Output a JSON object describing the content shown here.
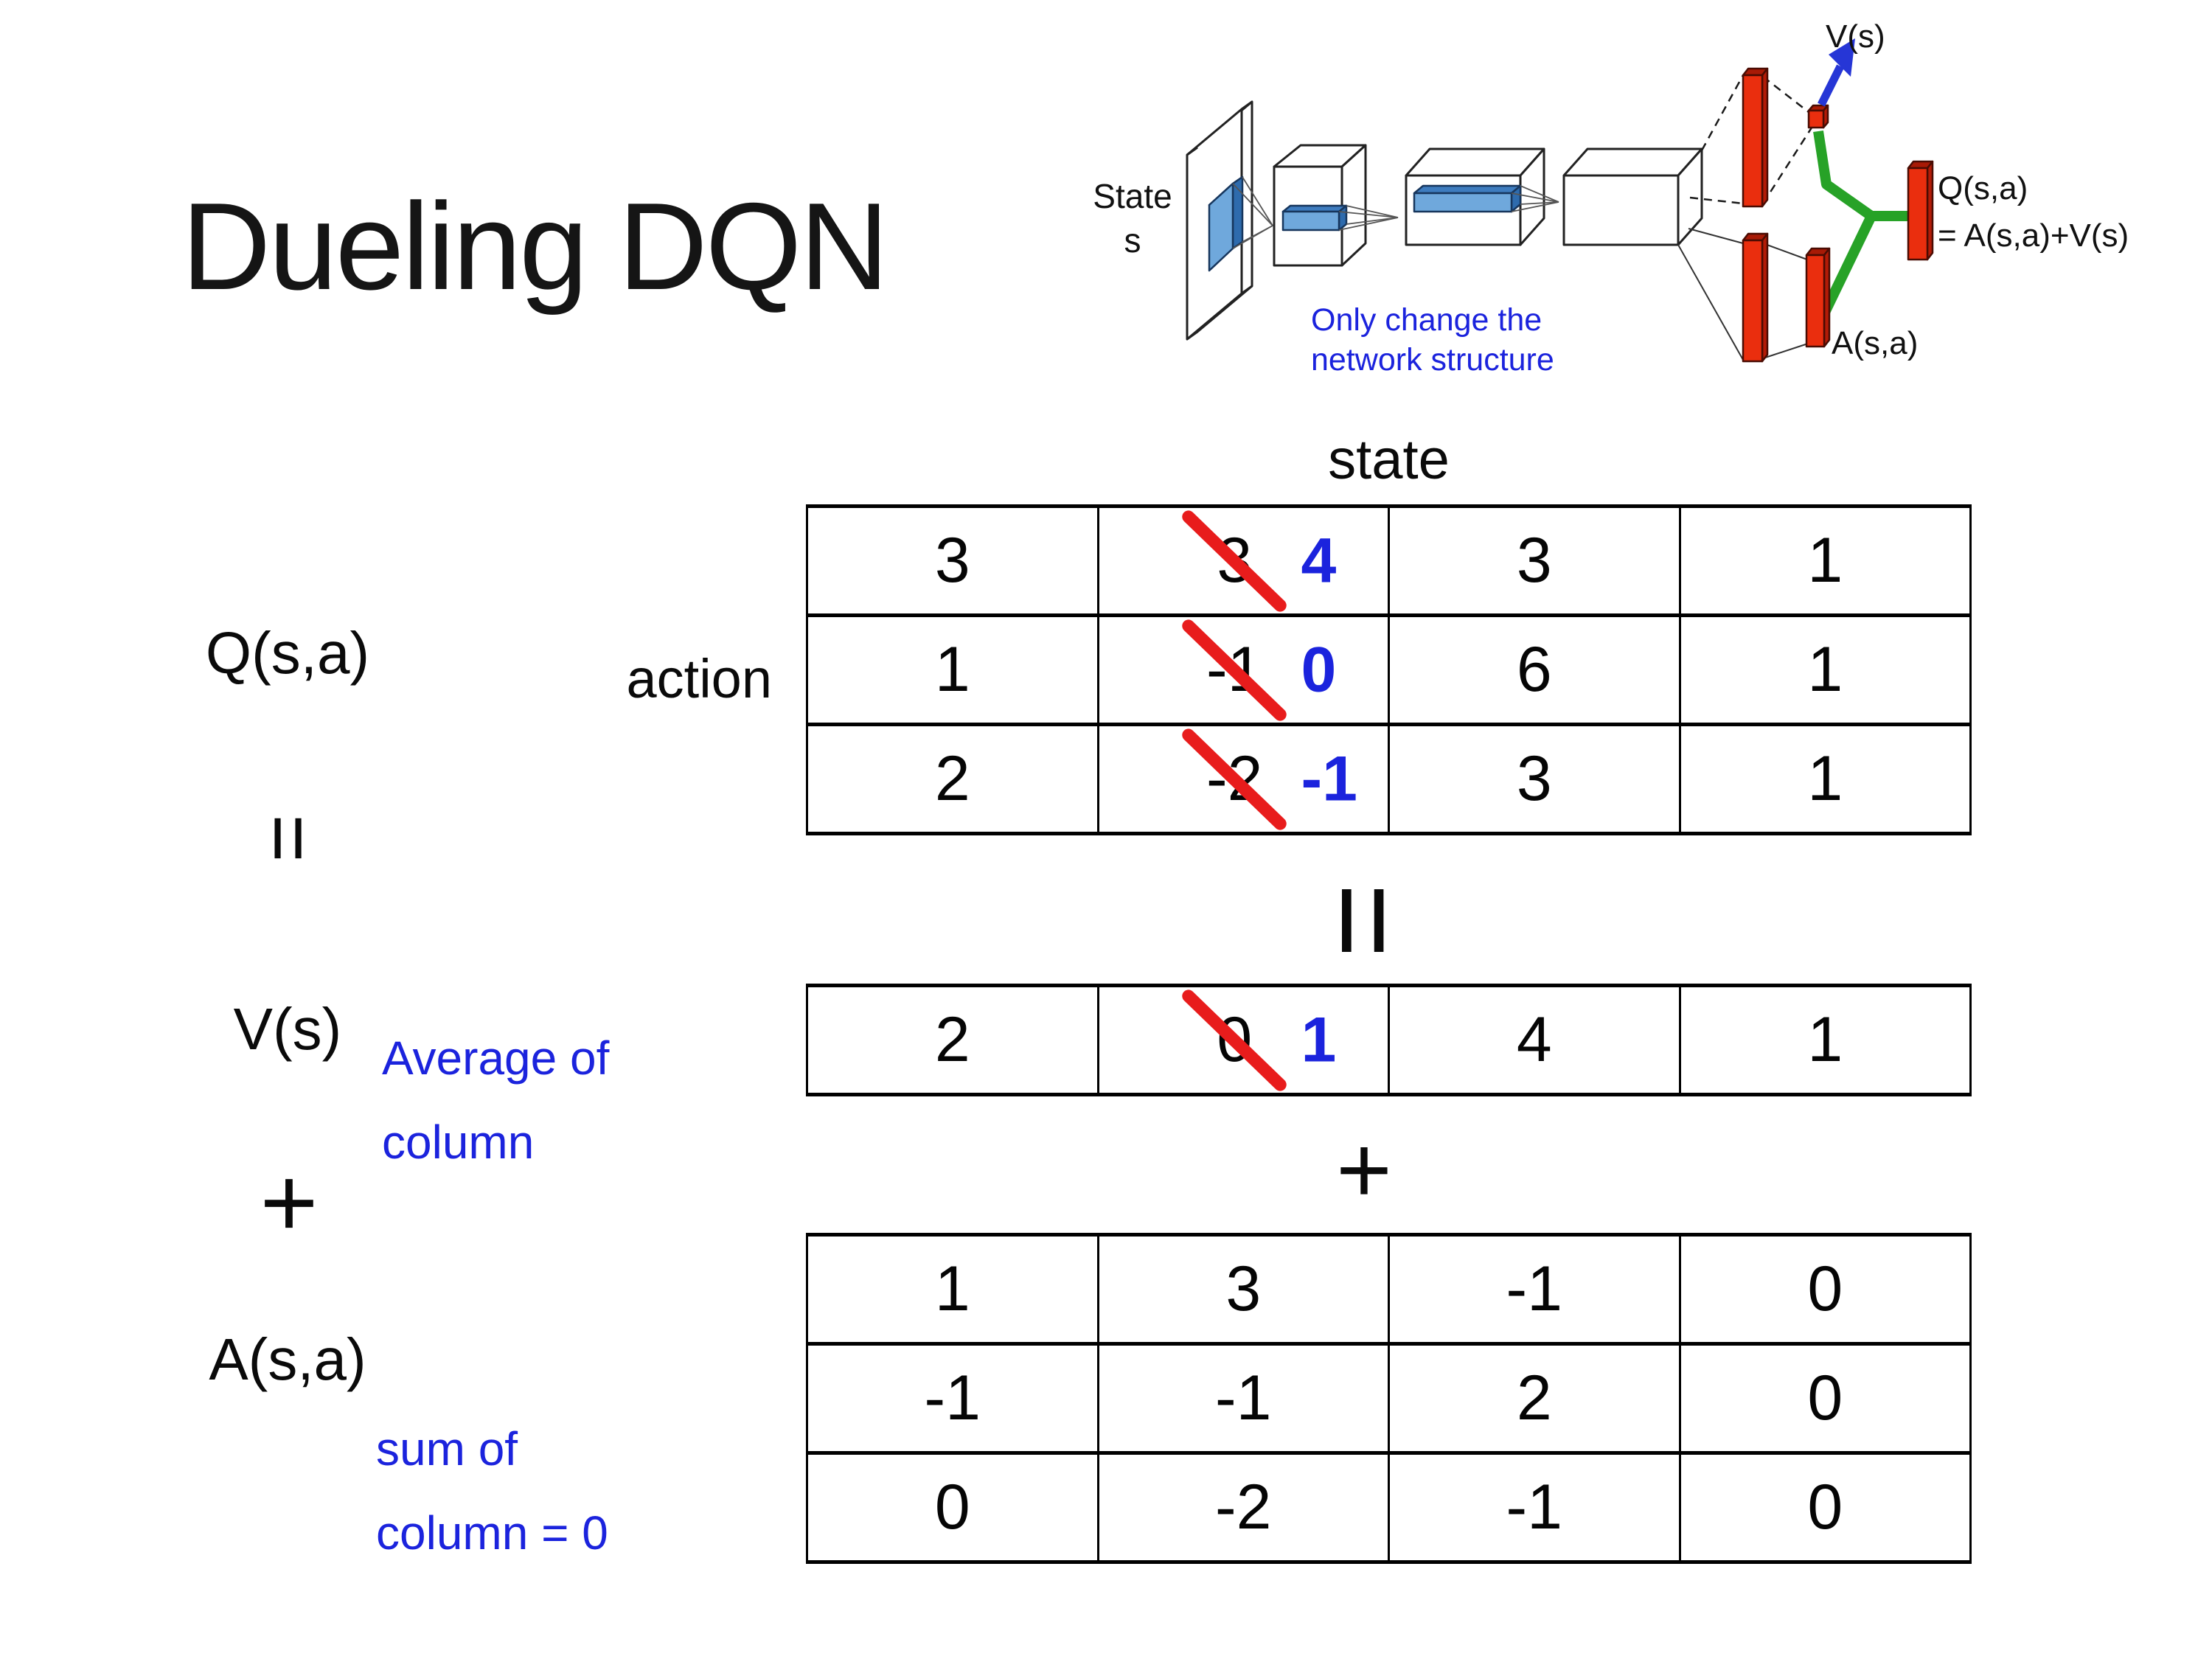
{
  "title": "Dueling DQN",
  "diagram": {
    "state_label_line1": "State",
    "state_label_line2": "s",
    "note_line1": "Only change the",
    "note_line2": "network structure",
    "v_label": "V(s)",
    "q_label_line1": "Q(s,a)",
    "q_label_line2": "= A(s,a)+V(s)",
    "a_label": "A(s,a)"
  },
  "equation": {
    "q_label": "Q(s,a)",
    "equals_left": "=",
    "v_label": "V(s)",
    "plus_left": "+",
    "a_label": "A(s,a)",
    "equals_mid": "=",
    "plus_mid": "+",
    "avg_note_line1": "Average of",
    "avg_note_line2": "column",
    "sum_note_line1": "sum of",
    "sum_note_line2": "column = 0"
  },
  "tables": {
    "state_header": "state",
    "action_label": "action",
    "q": {
      "rows": [
        {
          "c0": "3",
          "old": "3",
          "new": "4",
          "c2": "3",
          "c3": "1"
        },
        {
          "c0": "1",
          "old": "-1",
          "new": "0",
          "c2": "6",
          "c3": "1"
        },
        {
          "c0": "2",
          "old": "-2",
          "new": "-1",
          "c2": "3",
          "c3": "1"
        }
      ]
    },
    "v": {
      "row": {
        "c0": "2",
        "old": "0",
        "new": "1",
        "c2": "4",
        "c3": "1"
      }
    },
    "a": {
      "rows": [
        [
          "1",
          "3",
          "-1",
          "0"
        ],
        [
          "-1",
          "-1",
          "2",
          "0"
        ],
        [
          "0",
          "-2",
          "-1",
          "0"
        ]
      ]
    }
  },
  "colors": {
    "accent_blue_text": "#1b23dd",
    "cross_red": "#e81c1c",
    "bar_red": "#ea2e0e",
    "bar_red_dark": "#a81a06",
    "merge_green": "#27a227",
    "arrow_blue": "#2636d6",
    "feature_blue": "#6fa8dc",
    "feature_blue_dark": "#2e74b5"
  }
}
